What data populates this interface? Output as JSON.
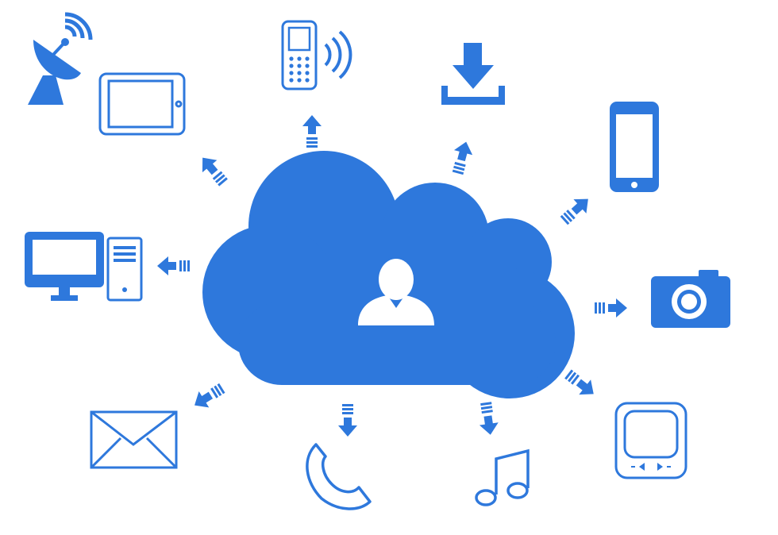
{
  "colors": {
    "primary": "#2e78dc",
    "background": "#ffffff"
  },
  "center": {
    "shape": "cloud",
    "icon": "user-icon"
  },
  "connection": {
    "arrow_style": "dashed-tail-arrow"
  },
  "devices": [
    {
      "icon": "satellite-dish-icon",
      "direction": "none"
    },
    {
      "icon": "tablet-icon",
      "direction": "outward"
    },
    {
      "icon": "feature-phone-icon",
      "direction": "outward"
    },
    {
      "icon": "download-icon",
      "direction": "outward"
    },
    {
      "icon": "smartphone-icon",
      "direction": "outward"
    },
    {
      "icon": "desktop-computer-icon",
      "direction": "outward"
    },
    {
      "icon": "camera-icon",
      "direction": "inward"
    },
    {
      "icon": "email-icon",
      "direction": "outward"
    },
    {
      "icon": "telephone-icon",
      "direction": "outward"
    },
    {
      "icon": "music-note-icon",
      "direction": "outward"
    },
    {
      "icon": "media-player-icon",
      "direction": "outward"
    }
  ]
}
